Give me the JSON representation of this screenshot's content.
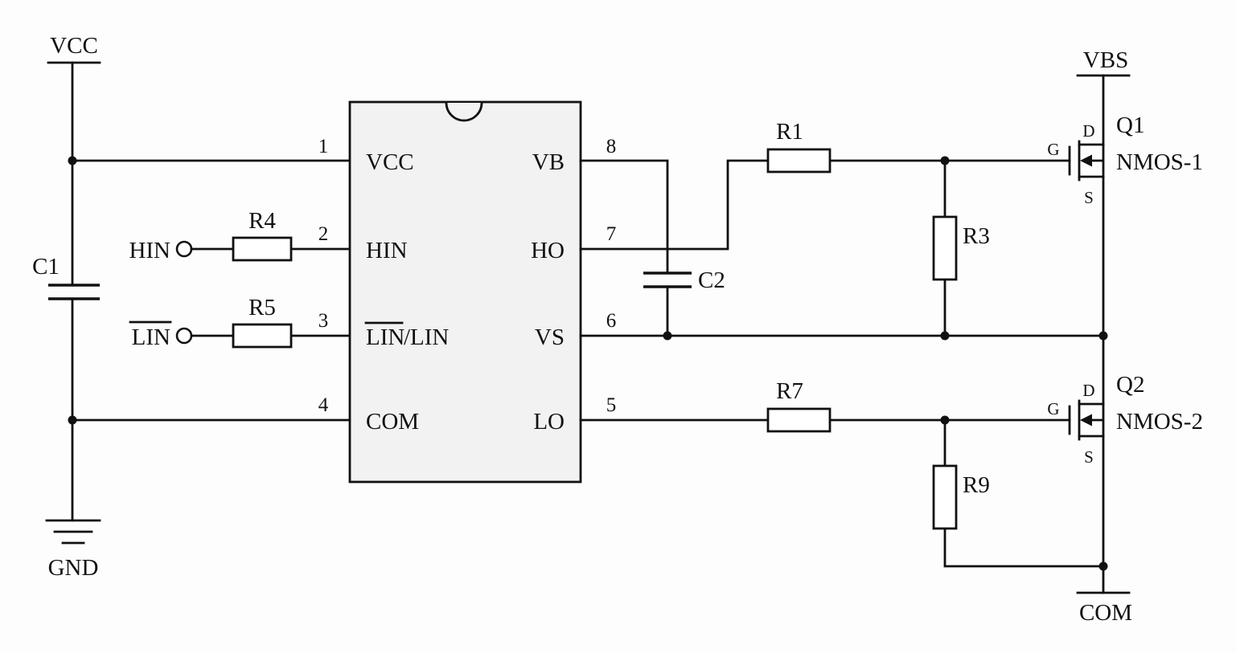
{
  "labels": {
    "vcc": "VCC",
    "gnd": "GND",
    "vbs": "VBS",
    "com_bottom": "COM",
    "c1": "C1",
    "c2": "C2",
    "r1": "R1",
    "r3": "R3",
    "r4": "R4",
    "r5": "R5",
    "r7": "R7",
    "r9": "R9",
    "q1": "Q1",
    "q2": "Q2",
    "nmos1": "NMOS-1",
    "nmos2": "NMOS-2",
    "hin_input": "HIN",
    "lin_input": "LIN"
  },
  "ic": {
    "pins_left": [
      {
        "num": "1",
        "label": "VCC"
      },
      {
        "num": "2",
        "label": "HIN"
      },
      {
        "num": "3",
        "label": "LIN",
        "label2": "/LIN"
      },
      {
        "num": "4",
        "label": "COM"
      }
    ],
    "pins_right": [
      {
        "num": "8",
        "label": "VB"
      },
      {
        "num": "7",
        "label": "HO"
      },
      {
        "num": "6",
        "label": "VS"
      },
      {
        "num": "5",
        "label": "LO"
      }
    ]
  },
  "mosfet_terminals": {
    "d": "D",
    "g": "G",
    "s": "S"
  }
}
